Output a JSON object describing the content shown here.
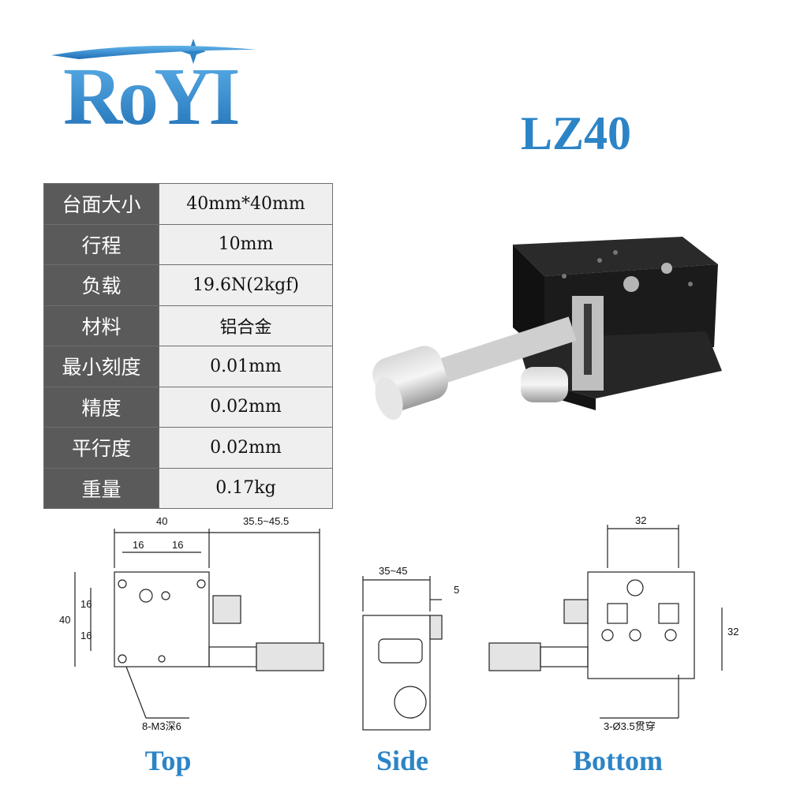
{
  "logo": {
    "text": "RoYI"
  },
  "model": "LZ40",
  "specs": [
    {
      "label": "台面大小",
      "value": "40mm*40mm"
    },
    {
      "label": "行程",
      "value": "10mm"
    },
    {
      "label": "负载",
      "value": "19.6N(2kgf)"
    },
    {
      "label": "材料",
      "value": "铝合金"
    },
    {
      "label": "最小刻度",
      "value": "0.01mm"
    },
    {
      "label": "精度",
      "value": "0.02mm"
    },
    {
      "label": "平行度",
      "value": "0.02mm"
    },
    {
      "label": "重量",
      "value": "0.17kg"
    }
  ],
  "drawings": {
    "top": {
      "label": "Top",
      "dims": [
        "40",
        "35.5~45.5",
        "16",
        "16",
        "16",
        "16",
        "40"
      ],
      "note": "8-M3深6"
    },
    "side": {
      "label": "Side",
      "dims": [
        "35~45",
        "5"
      ]
    },
    "bottom": {
      "label": "Bottom",
      "dims": [
        "32",
        "32"
      ],
      "note": "3-Ø3.5贯穿"
    }
  },
  "colors": {
    "accent": "#2c84c6",
    "label_bg": "#5a5a5a",
    "value_bg": "#efefef"
  }
}
